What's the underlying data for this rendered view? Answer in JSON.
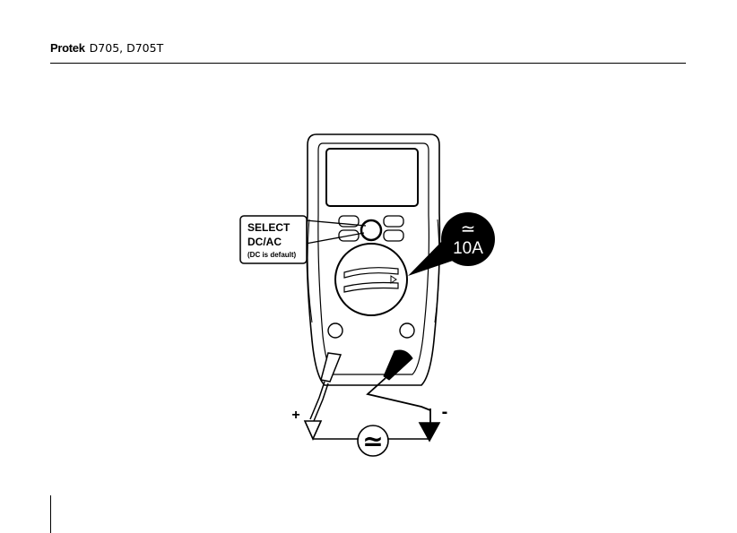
{
  "header": {
    "brand": "Protek",
    "model": "D705, D705T"
  },
  "figure": {
    "callout": {
      "line1": "SELECT",
      "line2": "DC/AC",
      "line3": "(DC is default)"
    },
    "badge": {
      "symbol": "≃",
      "range": "10A"
    },
    "polarity_plus": "+",
    "polarity_minus": "-",
    "source_symbol": "≃"
  }
}
